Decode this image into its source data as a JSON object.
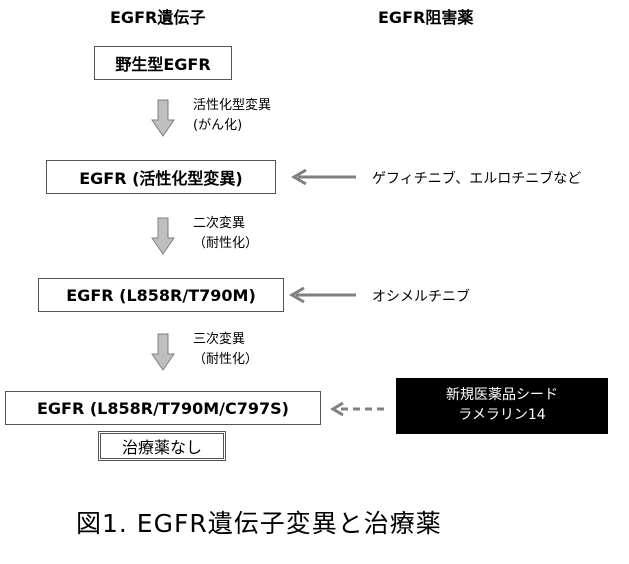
{
  "headers": {
    "gene": "EGFR遺伝子",
    "inhibitor": "EGFR阻害薬"
  },
  "states": [
    {
      "label": "野生型EGFR"
    },
    {
      "label": "EGFR (活性化型変異)"
    },
    {
      "label": "EGFR (L858R/T790M)"
    },
    {
      "label": "EGFR (L858R/T790M/C797S)"
    }
  ],
  "transitions": [
    {
      "line1": "活性化型変異",
      "line2": "(がん化)"
    },
    {
      "line1": "二次変異",
      "line2": "（耐性化）"
    },
    {
      "line1": "三次変異",
      "line2": "（耐性化）"
    }
  ],
  "drugs": [
    {
      "label": "ゲフィチニブ、エルロチニブなど"
    },
    {
      "label": "オシメルチニブ"
    }
  ],
  "new_drug": {
    "line1": "新規医薬品シード",
    "line2": "ラメラリン14"
  },
  "no_treatment": "治療薬なし",
  "caption": "図1. EGFR遺伝子変異と治療薬",
  "colors": {
    "arrow_fill": "#bfbfbf",
    "arrow_stroke": "#7f7f7f",
    "inhibit_arrow": "#808080",
    "dark_box": "#000000"
  }
}
